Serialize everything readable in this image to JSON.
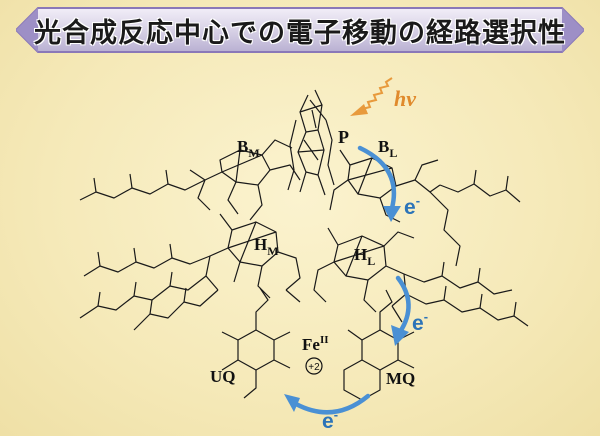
{
  "title": "光合成反応中心での電子移動の経路選択性",
  "labels": {
    "hv": "hν",
    "p": "P",
    "bm_main": "B",
    "bm_sub": "M",
    "bl_main": "B",
    "bl_sub": "L",
    "hm_main": "H",
    "hm_sub": "M",
    "hl_main": "H",
    "hl_sub": "L",
    "fe_main": "Fe",
    "fe_sup": "II",
    "fe_charge": "+2",
    "uq": "UQ",
    "mq": "MQ",
    "electron_1": "e",
    "electron_2": "e",
    "electron_3": "e",
    "electron_sup": "-"
  },
  "colors": {
    "background": "#f6ecbd",
    "banner_fill": "#d8d2e6",
    "banner_edge": "#8a78b8",
    "electron_arrow": "#4a90d4",
    "photon_arrow": "#e89a3c",
    "structure": "#1a1a1a"
  }
}
